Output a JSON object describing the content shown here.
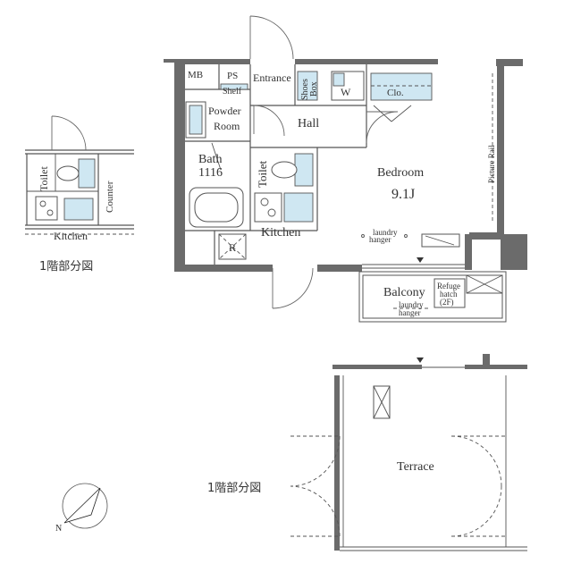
{
  "rooms": {
    "mb": "MB",
    "ps": "PS",
    "shelf": "Shelf",
    "entrance": "Entrance",
    "shoes_box": [
      "Shoes",
      "Box"
    ],
    "w": "W",
    "clo": "Clo.",
    "powder_room": [
      "Powder",
      "Room"
    ],
    "hall": "Hall",
    "bath": [
      "Bath",
      "1116"
    ],
    "toilet": "Toilet",
    "kitchen": "Kitchen",
    "r": "R",
    "bedroom": "Bedroom",
    "bedroom_size": "9.1J",
    "picture_rail": "Picture Rail",
    "laundry_hanger": [
      "laundry",
      "hanger"
    ],
    "balcony": "Balcony",
    "refuge_hatch": [
      "Refuge",
      "hatch",
      "(2F)"
    ],
    "terrace": "Terrace"
  },
  "inset": {
    "toilet": "Toilet",
    "counter": "Counter",
    "kitchen": "Kitchen"
  },
  "captions": {
    "first_floor_partial_left": "1階部分図",
    "first_floor_partial_right": "1階部分図"
  },
  "compass": {
    "label": "N"
  },
  "colors": {
    "fixture_fill": "#cfe7f2",
    "wall": "#6b6b6b"
  }
}
